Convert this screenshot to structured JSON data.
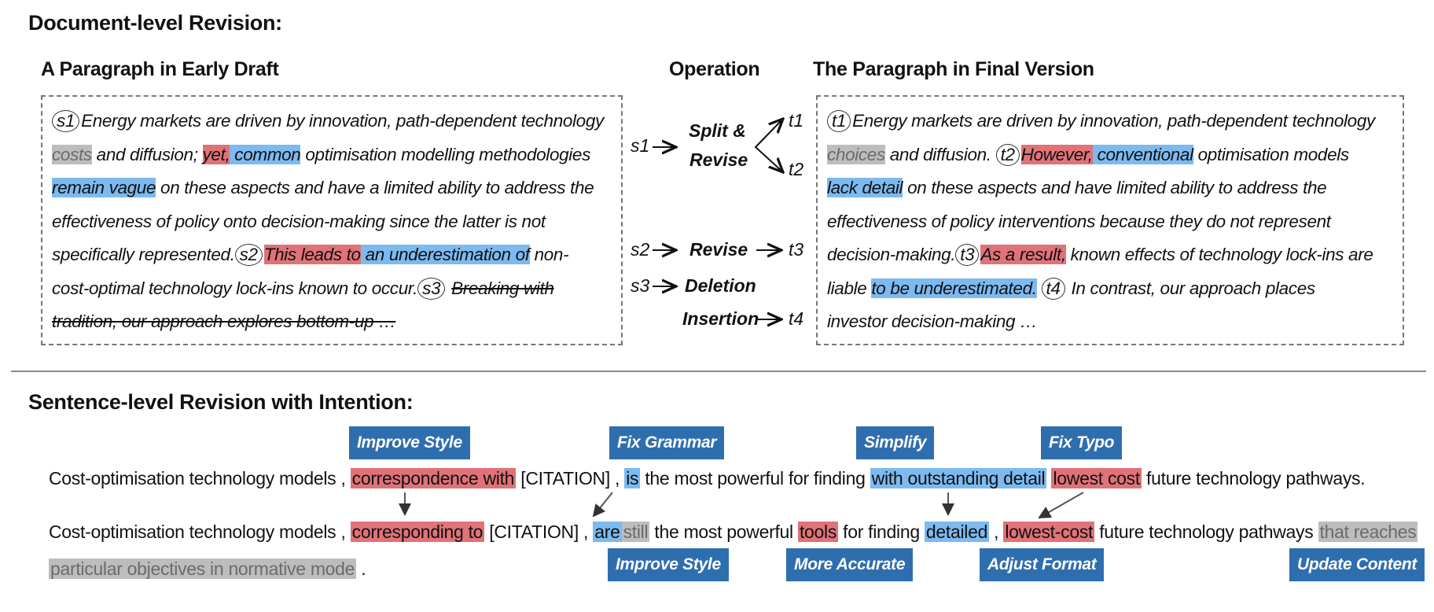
{
  "doc_title": "Document-level Revision:",
  "early_title": "A Paragraph in Early Draft",
  "op_title": "Operation",
  "final_title": "The Paragraph in Final Version",
  "early": {
    "s1": "s1",
    "s2": "s2",
    "s3": "s3",
    "l1": "Energy markets are driven by innovation, path-dependent technology",
    "l2a": "costs",
    "l2b": " and diffusion; ",
    "l2c": "yet,",
    "l2d": " common",
    "l2e": " optimisation modelling methodologies",
    "l3a": "remain vague",
    "l3b": " on these aspects and have a limited ability to address the",
    "l4": "effectiveness of policy onto decision-making since the latter is not",
    "l5a": "specifically represented.",
    "l5b": "This leads to",
    "l5c": " an underestimation of",
    "l5d": " non-",
    "l6a": "cost-optimal technology lock-ins known to occur.",
    "l6b": "Breaking with",
    "l7": "tradition, our approach explores bottom-up …"
  },
  "ops": {
    "s1": "s1",
    "s2": "s2",
    "s3": "s3",
    "split1": "Split &",
    "split2": "Revise",
    "revise": "Revise",
    "deletion": "Deletion",
    "insertion": "Insertion",
    "t1": "t1",
    "t2": "t2",
    "t3": "t3",
    "t4": "t4"
  },
  "final": {
    "t1": "t1",
    "t2": "t2",
    "t3": "t3",
    "t4": "t4",
    "l1": "Energy markets are driven by innovation, path-dependent technology",
    "l2a": "choices",
    "l2b": " and diffusion. ",
    "l2c": "However,",
    "l2d": " conventional",
    "l2e": " optimisation models",
    "l3a": "lack detail",
    "l3b": " on these aspects and have limited ability to address the",
    "l4": "effectiveness of policy interventions because they do not represent",
    "l5a": "decision-making.",
    "l5b": "As a result,",
    "l5c": " known effects of technology lock-ins are",
    "l6a": "liable ",
    "l6b": "to be underestimated.",
    "l6c": " In contrast, our approach places",
    "l7": "investor decision-making …"
  },
  "sent_title": "Sentence-level Revision with Intention:",
  "sentence1": {
    "a": "Cost-optimisation technology models , ",
    "b": "correspondence with",
    "c": " [CITATION] , ",
    "d": "is",
    "e": " the most powerful for finding ",
    "f": "with outstanding detail",
    "g": " ",
    "h": "lowest cost",
    "i": " future technology pathways."
  },
  "sentence2": {
    "a": "Cost-optimisation technology models , ",
    "b": "corresponding to",
    "c": " [CITATION] , ",
    "d": "are",
    "e": "still",
    "f": " the most powerful ",
    "g": "tools",
    "h": " for finding ",
    "i": "detailed",
    "j": " , ",
    "k": "lowest-cost",
    "l": " future technology pathways ",
    "m": "that reaches",
    "n": "particular objectives in normative mode",
    "o": " ."
  },
  "intent_labels": {
    "improve_style_top": "Improve Style",
    "fix_grammar": "Fix Grammar",
    "simplify": "Simplify",
    "fix_typo": "Fix Typo",
    "improve_style_bottom": "Improve Style",
    "more_accurate": "More Accurate",
    "adjust_format": "Adjust Format",
    "update_content": "Update Content"
  },
  "colors": {
    "red": "#e07278",
    "blue": "#7cbaf0",
    "gray": "#bdbdbd",
    "label_blue": "#2f6eae"
  }
}
